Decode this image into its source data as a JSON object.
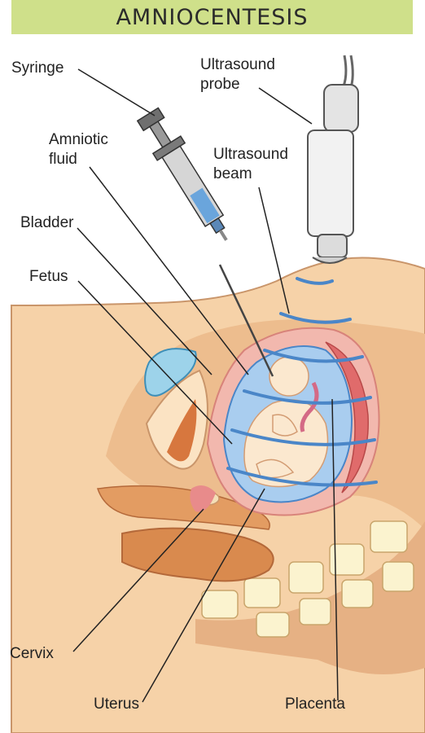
{
  "title": "AMNIOCENTESIS",
  "labels": {
    "syringe": "Syringe",
    "amniotic_fluid": "Amniotic\nfluid",
    "bladder": "Bladder",
    "fetus": "Fetus",
    "ultrasound_probe": "Ultrasound\nprobe",
    "ultrasound_beam": "Ultrasound\nbeam",
    "cervix": "Cervix",
    "uterus": "Uterus",
    "placenta": "Placenta"
  },
  "colors": {
    "banner": "#cfe08a",
    "skin": "#f6d2a8",
    "skin_dark": "#e3ad7c",
    "uterus_wall": "#f2b8ae",
    "fluid": "#a9cdef",
    "beam": "#4a86c8",
    "bladder": "#9dd3ea"
  }
}
